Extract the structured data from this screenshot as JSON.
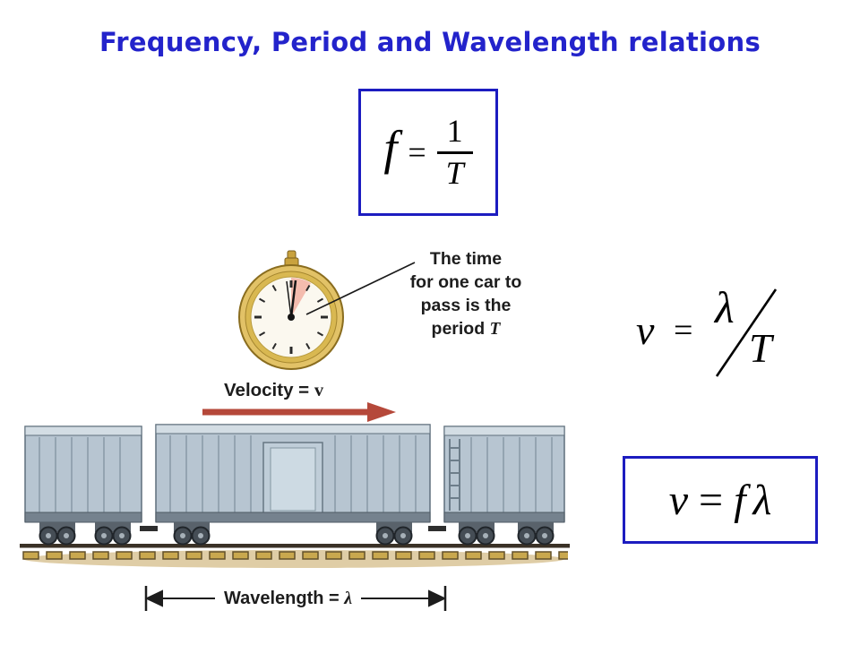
{
  "title": "Frequency, Period and Wavelength relations",
  "formula_freq": {
    "lhs": "f",
    "eq": "=",
    "numerator": "1",
    "denominator": "T"
  },
  "formula_speed_period": {
    "lhs": "v",
    "eq": "=",
    "numerator": "λ",
    "denominator": "T"
  },
  "formula_speed_freq": {
    "lhs": "v",
    "eq": "=",
    "rhs_f": "f",
    "rhs_lambda": "λ"
  },
  "stopwatch_caption": {
    "line1": "The time",
    "line2": "for one car to",
    "line3": "pass is the",
    "line4_prefix": "period ",
    "line4_symbol": "T"
  },
  "velocity_label": {
    "prefix": "Velocity = ",
    "symbol": "v"
  },
  "wavelength_label": {
    "prefix": "Wavelength = ",
    "symbol": "λ"
  },
  "colors": {
    "title_blue": "#2323cb",
    "formula_box_border": "#1c1cc0",
    "velocity_arrow_red": "#b5483a",
    "stopwatch_gold": "#e2c267",
    "stopwatch_face": "#fbf8ef",
    "stopwatch_wedge_pink": "#f4bcae",
    "train_body": "#b7c5d1",
    "track_shadow_tan": "#dfcda6"
  }
}
